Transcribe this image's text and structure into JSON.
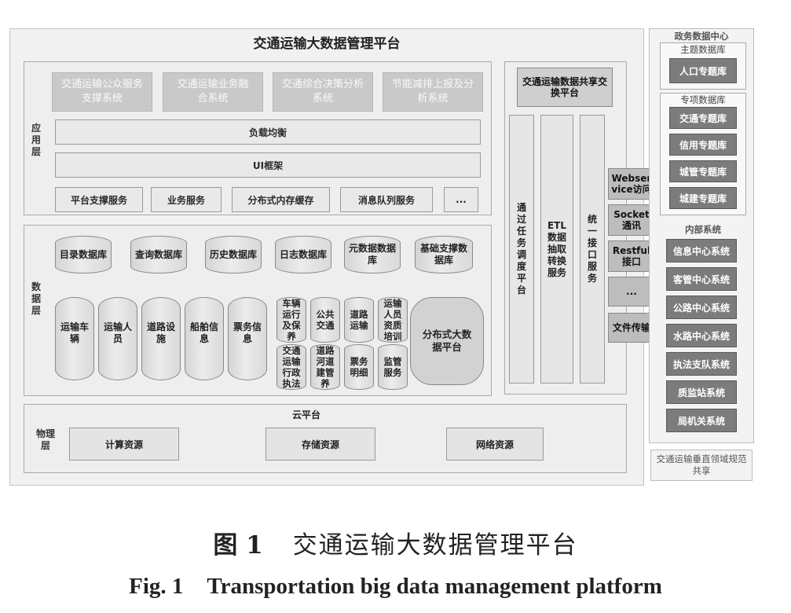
{
  "platform": {
    "title": "交通运输大数据管理平台",
    "app_layer": {
      "label": "应\n用\n层",
      "systems": [
        "交通运输公众服务支撑系统",
        "交通运输业务融合系统",
        "交通综合决策分析系统",
        "节能减排上报及分析系统"
      ],
      "load_balance": "负载均衡",
      "ui_framework": "UI框架",
      "services": [
        "平台支撑服务",
        "业务服务",
        "分布式内存缓存",
        "消息队列服务",
        "..."
      ]
    },
    "data_layer": {
      "label": "数\n据\n层",
      "top_dbs": [
        "目录数据库",
        "查询数据库",
        "历史数据库",
        "日志数据库",
        "元数据数据\n库",
        "基础支撑数\n据库"
      ],
      "tall_dbs": [
        "运输车\n辆",
        "运输人\n员",
        "道路设\n施",
        "船舶信\n息",
        "票务信\n息"
      ],
      "small_dbs": [
        "车辆\n运行\n及保\n养",
        "公共\n交通",
        "道路\n运输",
        "运输\n人员\n资质\n培训",
        "交通\n运输\n行政\n执法",
        "道路\n河道\n建管\n养",
        "票务\n明细",
        "监管\n服务"
      ],
      "distributed": "分布式大数\n据平台"
    },
    "physical_layer": {
      "label": "物理\n层",
      "cloud": "云平台",
      "resources": [
        "计算资源",
        "存储资源",
        "网络资源"
      ]
    },
    "exchange": {
      "title": "交通运输数据共享交换平台",
      "columns": [
        "通\n过\n任\n务\n调\n度\n平\n台",
        "ETL\n数据\n抽取\n转换\n服务",
        "统\n一\n接\n口\n服\n务"
      ],
      "interfaces": [
        "Webser\nvice访问",
        "Socket\n通讯",
        "Restful\n接口",
        "...",
        "文件传输"
      ]
    },
    "gov_center": {
      "title": "政务数据中心",
      "theme_title": "主题数据库",
      "theme_items": [
        "人口专题库"
      ],
      "special_title": "专项数据库",
      "special_items": [
        "交通专题库",
        "信用专题库",
        "城管专题库",
        "城建专题库"
      ]
    },
    "internal": {
      "title": "内部系统",
      "items": [
        "信息中心系统",
        "客管中心系统",
        "公路中心系统",
        "水路中心系统",
        "执法支队系统",
        "质监站系统",
        "局机关系统"
      ]
    },
    "vertical_share": "交通运输垂直领域规范共享"
  },
  "caption": {
    "cn_prefix": "图 1",
    "cn_title": "交通运输大数据管理平台",
    "en_prefix": "Fig. 1",
    "en_title": "Transportation big data management platform"
  }
}
